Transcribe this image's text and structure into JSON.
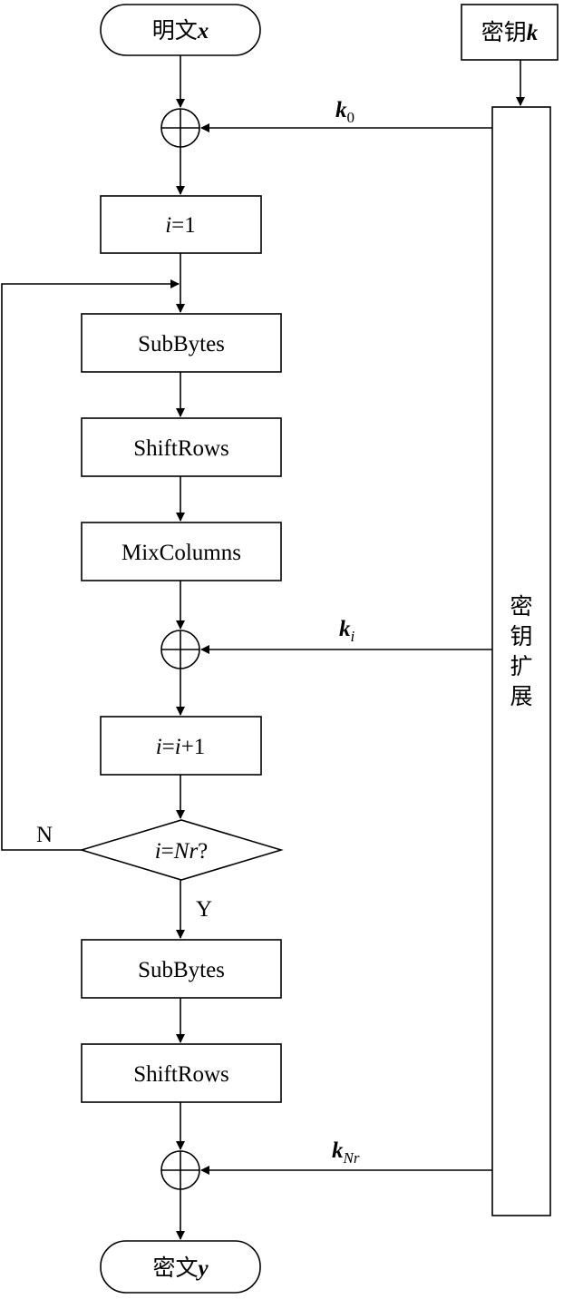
{
  "plaintext": {
    "prefix": "明文",
    "var": "x"
  },
  "key": {
    "prefix": "密钥",
    "var": "k"
  },
  "key_expansion": [
    "密",
    "钥",
    "扩",
    "展"
  ],
  "init": {
    "var": "i",
    "op": "=1"
  },
  "round": {
    "subbytes": "SubBytes",
    "shiftrows": "ShiftRows",
    "mixcolumns": "MixColumns"
  },
  "increment": {
    "a": "i",
    "eq": "=",
    "b": "i",
    "rest": "+1"
  },
  "decision": {
    "a": "i",
    "eq": "=",
    "b": "Nr",
    "q": "?"
  },
  "branch": {
    "no": "N",
    "yes": "Y"
  },
  "final": {
    "subbytes": "SubBytes",
    "shiftrows": "ShiftRows"
  },
  "round_keys": {
    "k0": {
      "k": "k",
      "sub": "0"
    },
    "ki": {
      "k": "k",
      "sub": "i"
    },
    "kNr": {
      "k": "k",
      "sub": "Nr"
    }
  },
  "ciphertext": {
    "prefix": "密文",
    "var": "y"
  }
}
